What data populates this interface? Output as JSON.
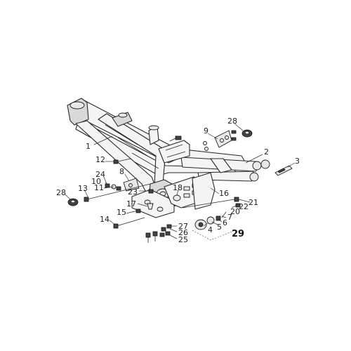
{
  "diagram": {
    "callouts": [
      "1",
      "2",
      "3",
      "4",
      "5",
      "6",
      "7",
      "8",
      "9",
      "10",
      "11",
      "12",
      "13",
      "14",
      "15",
      "16",
      "17",
      "18",
      "20",
      "21",
      "22",
      "23",
      "24",
      "25",
      "26",
      "27",
      "28",
      "28",
      "29"
    ],
    "highlight_callout": "29"
  }
}
